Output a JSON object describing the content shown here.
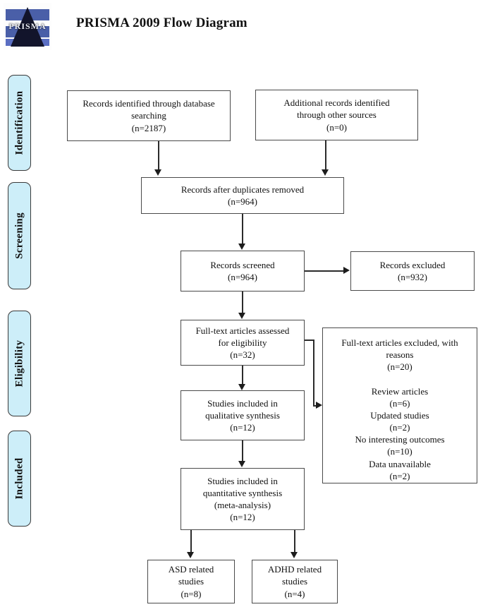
{
  "document": {
    "title": "PRISMA 2009 Flow Diagram",
    "logo_word": "PRISMA"
  },
  "colors": {
    "stage_fill": "#cdeef9",
    "stage_border": "#3a3a3a",
    "box_border": "#4a4a4a",
    "line": "#2b2b2b",
    "logo_band": "#4a5fa8",
    "logo_prism": "#12142b"
  },
  "stages": [
    {
      "id": "identification",
      "label": "Identification"
    },
    {
      "id": "screening",
      "label": "Screening"
    },
    {
      "id": "eligibility",
      "label": "Eligibility"
    },
    {
      "id": "included",
      "label": "Included"
    }
  ],
  "chart_data": {
    "type": "diagram",
    "title": "PRISMA 2009 Flow Diagram",
    "nodes": [
      {
        "id": "db-search",
        "label": "Records identified through database searching",
        "n": 2187,
        "count_text": "(n=2187)",
        "stage": "identification"
      },
      {
        "id": "other-sources",
        "label": "Additional records identified through other sources",
        "n": 0,
        "count_text": "(n=0)",
        "stage": "identification"
      },
      {
        "id": "dedup",
        "label": "Records after duplicates removed",
        "n": 964,
        "count_text": "(n=964)",
        "stage": "screening"
      },
      {
        "id": "screened",
        "label": "Records screened",
        "n": 964,
        "count_text": "(n=964)",
        "stage": "screening"
      },
      {
        "id": "excluded",
        "label": "Records excluded",
        "n": 932,
        "count_text": "(n=932)",
        "stage": "screening"
      },
      {
        "id": "fulltext",
        "label": "Full-text articles assessed for eligibility",
        "n": 32,
        "count_text": "(n=32)",
        "stage": "eligibility"
      },
      {
        "id": "fulltext-excl",
        "label": "Full-text articles excluded, with reasons",
        "n": 20,
        "count_text": "(n=20)",
        "stage": "eligibility"
      },
      {
        "id": "qualitative",
        "label": "Studies included in qualitative synthesis",
        "n": 12,
        "count_text": "(n=12)",
        "stage": "included"
      },
      {
        "id": "quantitative",
        "label": "Studies included in quantitative synthesis (meta-analysis)",
        "n": 12,
        "count_text": "(n=12)",
        "stage": "included"
      },
      {
        "id": "asd",
        "label": "ASD related studies",
        "n": 8,
        "count_text": "(n=8)",
        "stage": "included"
      },
      {
        "id": "adhd",
        "label": "ADHD related studies",
        "n": 4,
        "count_text": "(n=4)",
        "stage": "included"
      }
    ],
    "exclusion_reasons": [
      {
        "label": "Review articles",
        "n": 6,
        "count_text": "(n=6)"
      },
      {
        "label": "Updated studies",
        "n": 2,
        "count_text": "(n=2)"
      },
      {
        "label": "No interesting outcomes",
        "n": 10,
        "count_text": "(n=10)"
      },
      {
        "label": "Data unavailable",
        "n": 2,
        "count_text": "(n=2)"
      }
    ],
    "edges": [
      {
        "from": "db-search",
        "to": "dedup"
      },
      {
        "from": "other-sources",
        "to": "dedup"
      },
      {
        "from": "dedup",
        "to": "screened"
      },
      {
        "from": "screened",
        "to": "excluded"
      },
      {
        "from": "screened",
        "to": "fulltext"
      },
      {
        "from": "fulltext",
        "to": "fulltext-excl"
      },
      {
        "from": "fulltext",
        "to": "qualitative"
      },
      {
        "from": "qualitative",
        "to": "quantitative"
      },
      {
        "from": "quantitative",
        "to": "asd"
      },
      {
        "from": "quantitative",
        "to": "adhd"
      }
    ]
  },
  "boxes": {
    "db_search": "Records identified through database\nsearching\n(n=2187)",
    "other_sources": "Additional records identified\nthrough other sources\n(n=0)",
    "dedup": "Records after duplicates removed\n(n=964)",
    "screened": "Records screened\n(n=964)",
    "excluded": "Records excluded\n(n=932)",
    "fulltext": "Full-text articles assessed\nfor eligibility\n(n=32)",
    "fulltext_excl": "Full-text articles excluded, with\nreasons\n(n=20)\n\nReview articles\n(n=6)\nUpdated studies\n(n=2)\nNo interesting outcomes\n(n=10)\nData unavailable\n(n=2)",
    "qualitative": "Studies included in\nqualitative synthesis\n(n=12)",
    "quantitative": "Studies included in\nquantitative synthesis\n(meta-analysis)\n(n=12)",
    "asd": "ASD related\nstudies\n(n=8)",
    "adhd": "ADHD related\nstudies\n(n=4)"
  }
}
